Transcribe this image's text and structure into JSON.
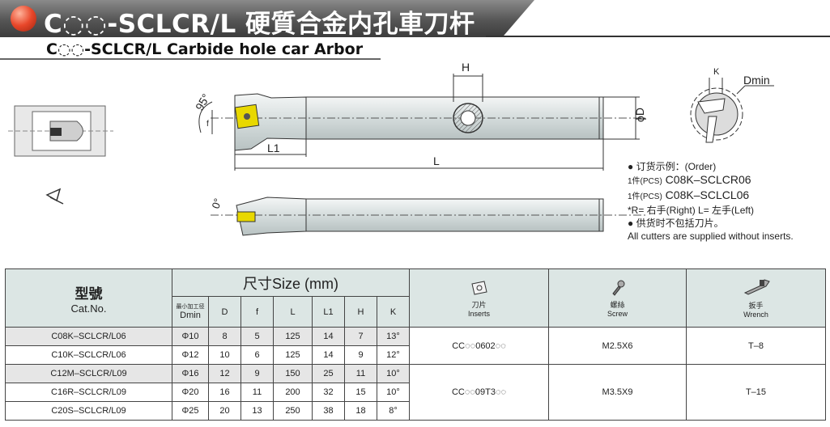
{
  "header": {
    "title": "C◌◌-SCLCR/L 硬質合金内孔車刀杆",
    "subtitle": "C◌◌-SCLCR/L Carbide hole car Arbor"
  },
  "drawing": {
    "angle_top": "95°",
    "angle_bottom": "0°",
    "f": "f",
    "L1": "L1",
    "L": "L",
    "H": "H",
    "D": "ϕD",
    "K": "K",
    "Dmin": "Dmin"
  },
  "order": {
    "l1": "● 订货示例：(Order)",
    "l2_pre": "1件(PCS)",
    "l2_code": " C08K–SCLCR06",
    "l3_pre": "1件(PCS)",
    "l3_code": " C08K–SCLCL06",
    "l4": "*R= 右手(Right)  L= 左手(Left)",
    "l5": "● 供货时不包括刀片。",
    "l6": "All cutters are supplied without inserts."
  },
  "table": {
    "catno_cn": "型號",
    "catno_en": "Cat.No.",
    "size_header": "尺寸Size (mm)",
    "dmin_cn": "最小加工径",
    "dmin_en": "Dmin",
    "cols": [
      "D",
      "f",
      "L",
      "L1",
      "H",
      "K"
    ],
    "inserts_cn": "刀片",
    "inserts_en": "Inserts",
    "screw_cn": "螺絲",
    "screw_en": "Screw",
    "wrench_cn": "扳手",
    "wrench_en": "Wrench",
    "rows": [
      {
        "cat": "C08K–SCLCR/L06",
        "dmin": "Φ10",
        "D": "8",
        "f": "5",
        "L": "125",
        "L1": "14",
        "H": "7",
        "K": "13°"
      },
      {
        "cat": "C10K–SCLCR/L06",
        "dmin": "Φ12",
        "D": "10",
        "f": "6",
        "L": "125",
        "L1": "14",
        "H": "9",
        "K": "12°"
      },
      {
        "cat": "C12M–SCLCR/L09",
        "dmin": "Φ16",
        "D": "12",
        "f": "9",
        "L": "150",
        "L1": "25",
        "H": "11",
        "K": "10°"
      },
      {
        "cat": "C16R–SCLCR/L09",
        "dmin": "Φ20",
        "D": "16",
        "f": "11",
        "L": "200",
        "L1": "32",
        "H": "15",
        "K": "10°"
      },
      {
        "cat": "C20S–SCLCR/L09",
        "dmin": "Φ25",
        "D": "20",
        "f": "13",
        "L": "250",
        "L1": "38",
        "H": "18",
        "K": "8°"
      }
    ],
    "group1": {
      "insert": "CC◌◌0602◌◌",
      "screw": "M2.5X6",
      "wrench": "T–8"
    },
    "group2": {
      "insert": "CC◌◌09T3◌◌",
      "screw": "M3.5X9",
      "wrench": "T–15"
    }
  }
}
